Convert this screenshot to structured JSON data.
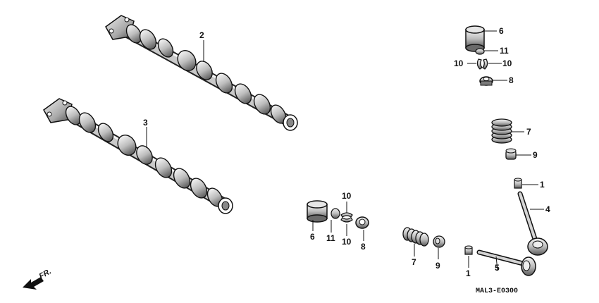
{
  "diagram": {
    "drawing_code": "MAL3-E0300",
    "front_marker": "FR.",
    "callouts": {
      "camshaft_upper": "2",
      "camshaft_lower": "3",
      "upper_lifter": "6",
      "upper_shim": "11",
      "upper_cotter_left": "10",
      "upper_cotter_right": "10",
      "upper_retainer": "8",
      "upper_spring": "7",
      "upper_seal": "9",
      "upper_guide": "1",
      "valve_upper": "4",
      "bottom_lifter": "6",
      "bottom_shim": "11",
      "bottom_cotter_top": "10",
      "bottom_cotter_bottom": "10",
      "bottom_retainer": "8",
      "bottom_spring": "7",
      "bottom_seal": "9",
      "bottom_guide": "1",
      "valve_lower": "5"
    }
  }
}
